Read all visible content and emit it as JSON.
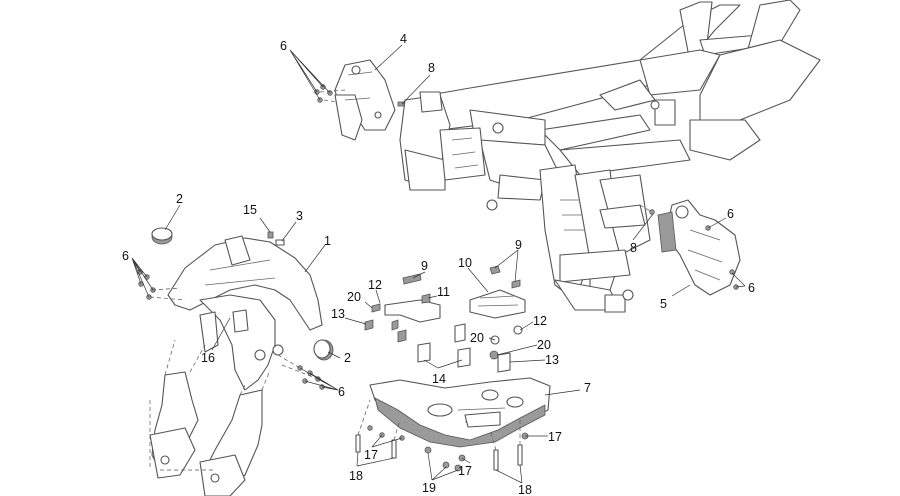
{
  "callouts": [
    {
      "id": "c-6a",
      "label": "6"
    },
    {
      "id": "c-4",
      "label": "4"
    },
    {
      "id": "c-8a",
      "label": "8"
    },
    {
      "id": "c-2a",
      "label": "2"
    },
    {
      "id": "c-15",
      "label": "15"
    },
    {
      "id": "c-3",
      "label": "3"
    },
    {
      "id": "c-1",
      "label": "1"
    },
    {
      "id": "c-6b",
      "label": "6"
    },
    {
      "id": "c-16",
      "label": "16"
    },
    {
      "id": "c-2b",
      "label": "2"
    },
    {
      "id": "c-6c",
      "label": "6"
    },
    {
      "id": "c-12a",
      "label": "12"
    },
    {
      "id": "c-9a",
      "label": "9"
    },
    {
      "id": "c-20a",
      "label": "20"
    },
    {
      "id": "c-11",
      "label": "11"
    },
    {
      "id": "c-13a",
      "label": "13"
    },
    {
      "id": "c-10",
      "label": "10"
    },
    {
      "id": "c-9b",
      "label": "9"
    },
    {
      "id": "c-12b",
      "label": "12"
    },
    {
      "id": "c-20b",
      "label": "20"
    },
    {
      "id": "c-20c",
      "label": "20"
    },
    {
      "id": "c-13b",
      "label": "13"
    },
    {
      "id": "c-14",
      "label": "14"
    },
    {
      "id": "c-7",
      "label": "7"
    },
    {
      "id": "c-17a",
      "label": "17"
    },
    {
      "id": "c-17b",
      "label": "17"
    },
    {
      "id": "c-17c",
      "label": "17"
    },
    {
      "id": "c-18a",
      "label": "18"
    },
    {
      "id": "c-19",
      "label": "19"
    },
    {
      "id": "c-18b",
      "label": "18"
    },
    {
      "id": "c-6d",
      "label": "6"
    },
    {
      "id": "c-8b",
      "label": "8"
    },
    {
      "id": "c-6e",
      "label": "6"
    },
    {
      "id": "c-5",
      "label": "5"
    }
  ]
}
